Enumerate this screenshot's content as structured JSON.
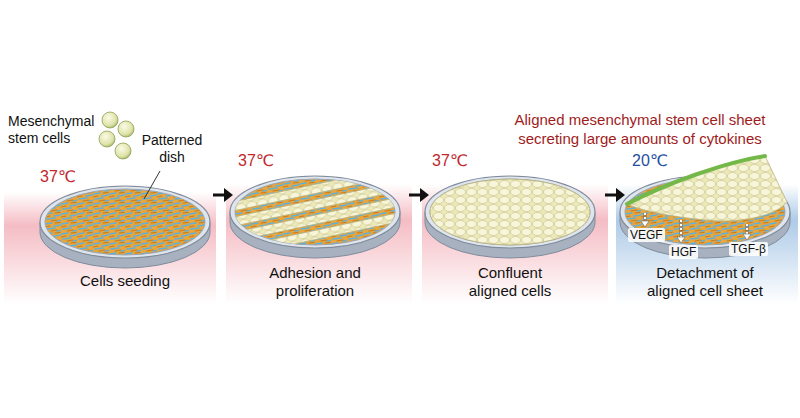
{
  "diagram": {
    "title": "Aligned mesenchymal stem cell sheet secreting large amounts of cytokines",
    "nodes": [
      {
        "text": [
          "37℃",
          "Cells seeding"
        ]
      },
      {
        "text": [
          "37℃",
          "Adhesion and proliferation"
        ]
      },
      {
        "text": [
          "37℃",
          "Confluent aligned cells"
        ]
      },
      {
        "text": [
          "20℃",
          "Detachment of aligned cell sheet"
        ]
      }
    ],
    "edges": [
      {
        "from": 0,
        "to": 1,
        "arrow": "to"
      },
      {
        "from": 1,
        "to": 2,
        "arrow": "to"
      },
      {
        "from": 2,
        "to": 3,
        "arrow": "to"
      }
    ],
    "labels": [
      "Mesenchymal stem cells",
      "Patterned dish",
      "VEGF",
      "HGF",
      "TGF-β"
    ]
  }
}
